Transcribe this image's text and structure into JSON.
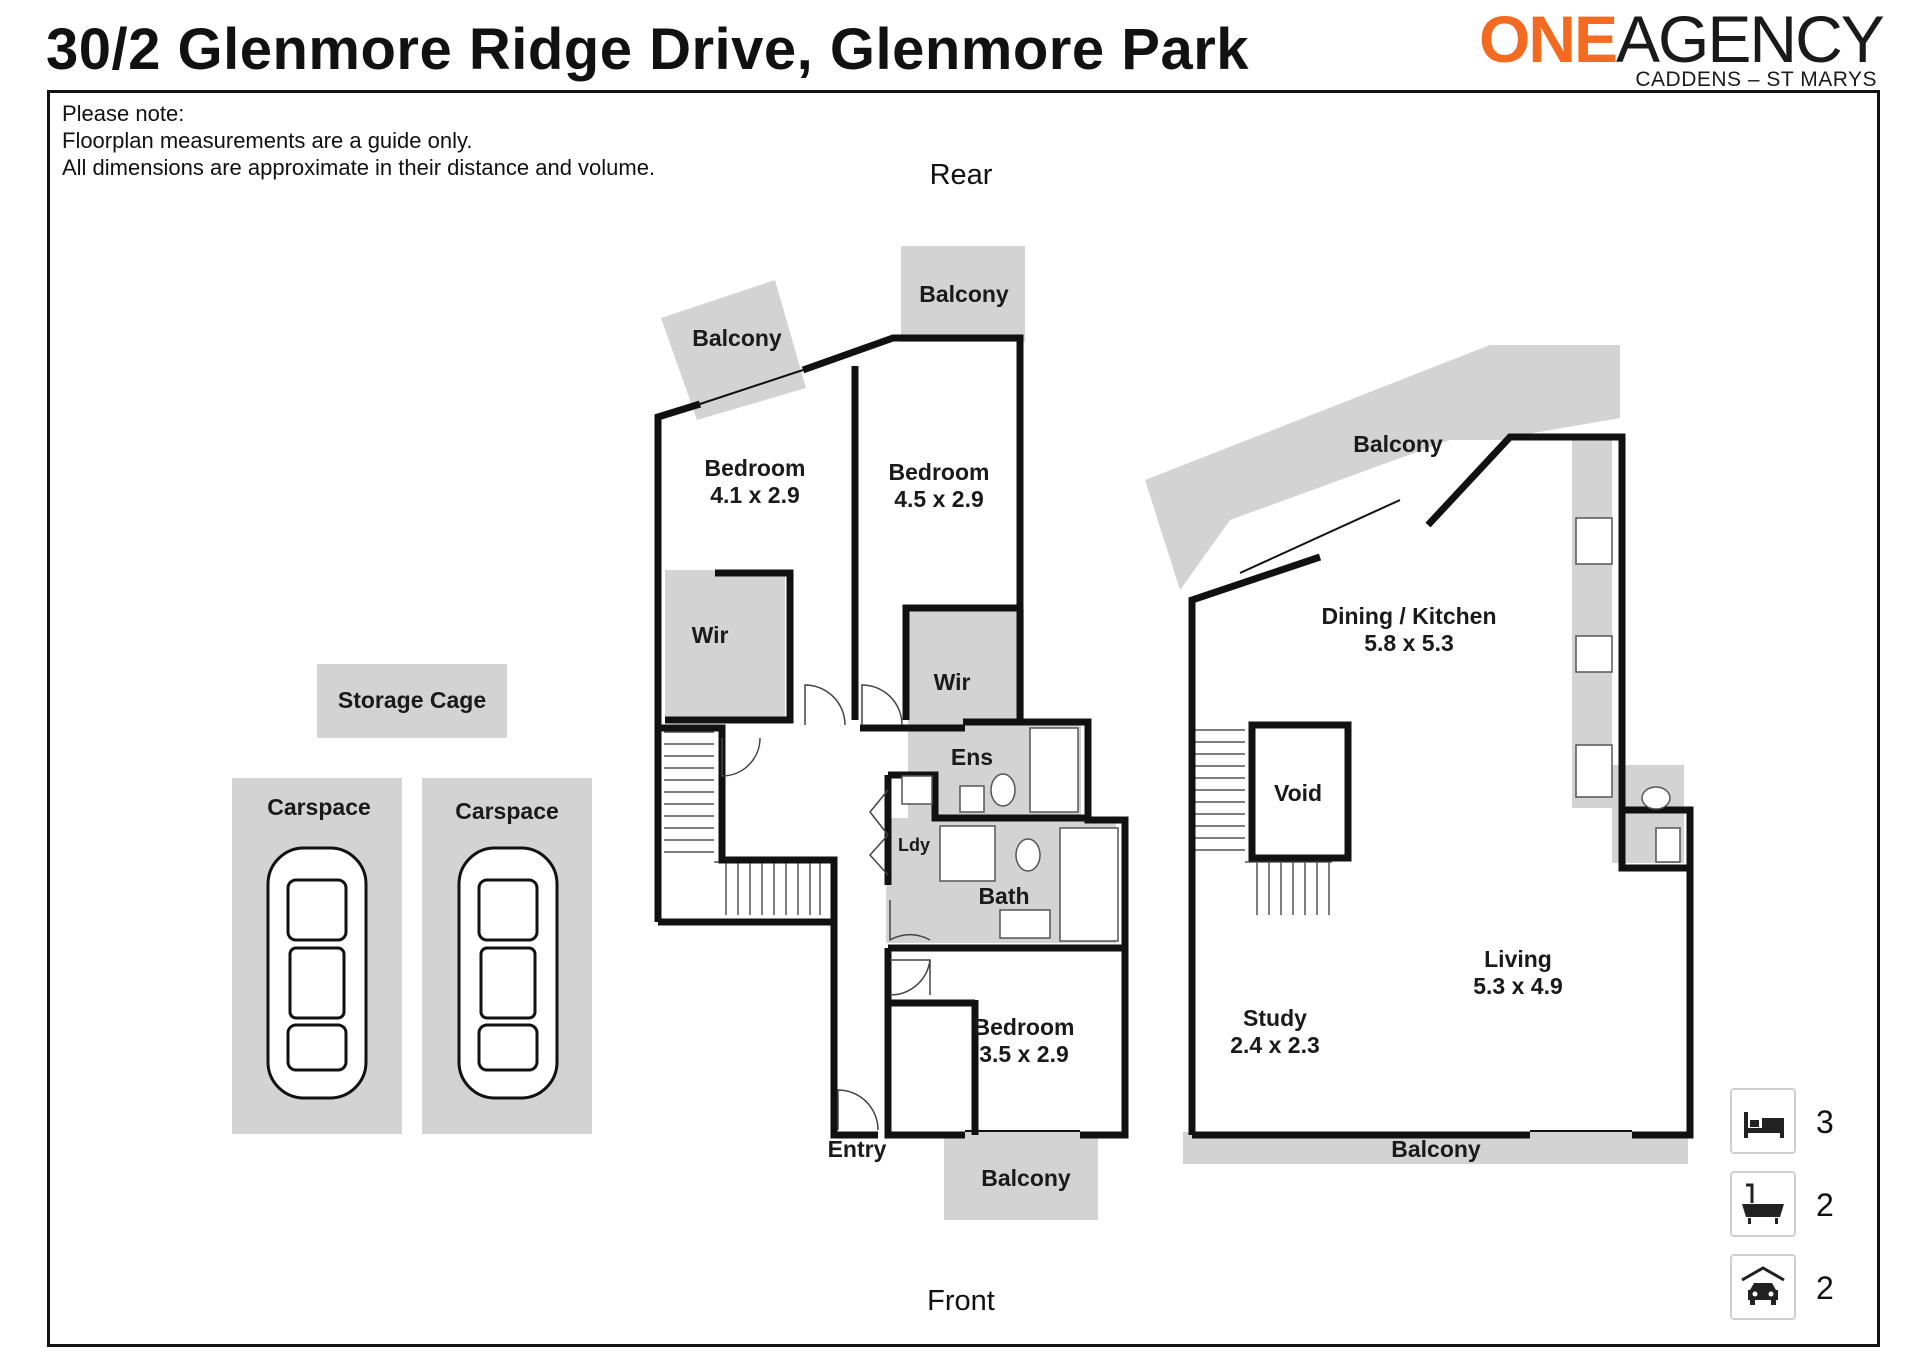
{
  "header": {
    "address": "30/2 Glenmore Ridge Drive, Glenmore Park",
    "logo_one": "ONE",
    "logo_agency": "AGENCY",
    "logo_sub": "CADDENS – ST MARYS"
  },
  "note": {
    "line1": "Please note:",
    "line2": "Floorplan measurements are a guide only.",
    "line3": "All dimensions are approximate in their distance and volume."
  },
  "orientation": {
    "rear": "Rear",
    "front": "Front"
  },
  "rooms": {
    "balcony": "Balcony",
    "bedroom": "Bedroom",
    "bed1_size": "4.1 x 2.9",
    "bed2_size": "4.5 x 2.9",
    "bed3_size": "3.5 x 2.9",
    "wir": "Wir",
    "ens": "Ens",
    "ldy": "Ldy",
    "bath": "Bath",
    "entry": "Entry",
    "storage": "Storage Cage",
    "carspace": "Carspace",
    "dining": "Dining / Kitchen",
    "dining_size": "5.8 x 5.3",
    "void": "Void",
    "study": "Study",
    "study_size": "2.4 x 2.3",
    "living": "Living",
    "living_size": "5.3 x 4.9"
  },
  "stats": {
    "bedrooms": "3",
    "bathrooms": "2",
    "parking": "2",
    "bed_icon": "bed-icon",
    "bath_icon": "bathtub-icon",
    "car_icon": "garage-car-icon"
  },
  "colors": {
    "accent": "#f26b21",
    "fill": "#d3d3d3",
    "wall": "#111111"
  }
}
